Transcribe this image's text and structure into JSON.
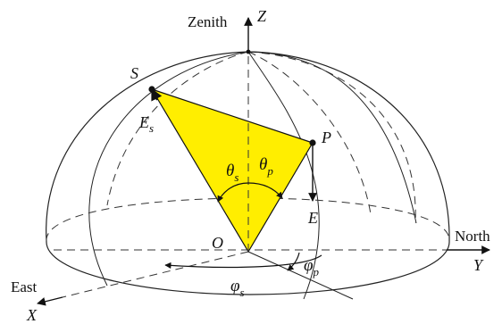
{
  "diagram": {
    "colors": {
      "triangle_fill": "#ffee00",
      "line": "#222222",
      "dash": "#333333",
      "point": "#111111"
    },
    "labels": {
      "zenith": "Zenith",
      "z_axis": "Z",
      "north": "North",
      "y_axis": "Y",
      "east": "East",
      "x_axis": "X",
      "point_s": "S",
      "point_p": "P",
      "origin": "O",
      "vector_e": "E",
      "vector_es": "E",
      "subscript_s": "s",
      "theta_s": "θ",
      "theta_s_sub": "s",
      "theta_p": "θ",
      "theta_p_sub": "p",
      "phi_s": "φ",
      "phi_s_sub": "s",
      "phi_p": "φ",
      "phi_p_sub": "p"
    }
  }
}
